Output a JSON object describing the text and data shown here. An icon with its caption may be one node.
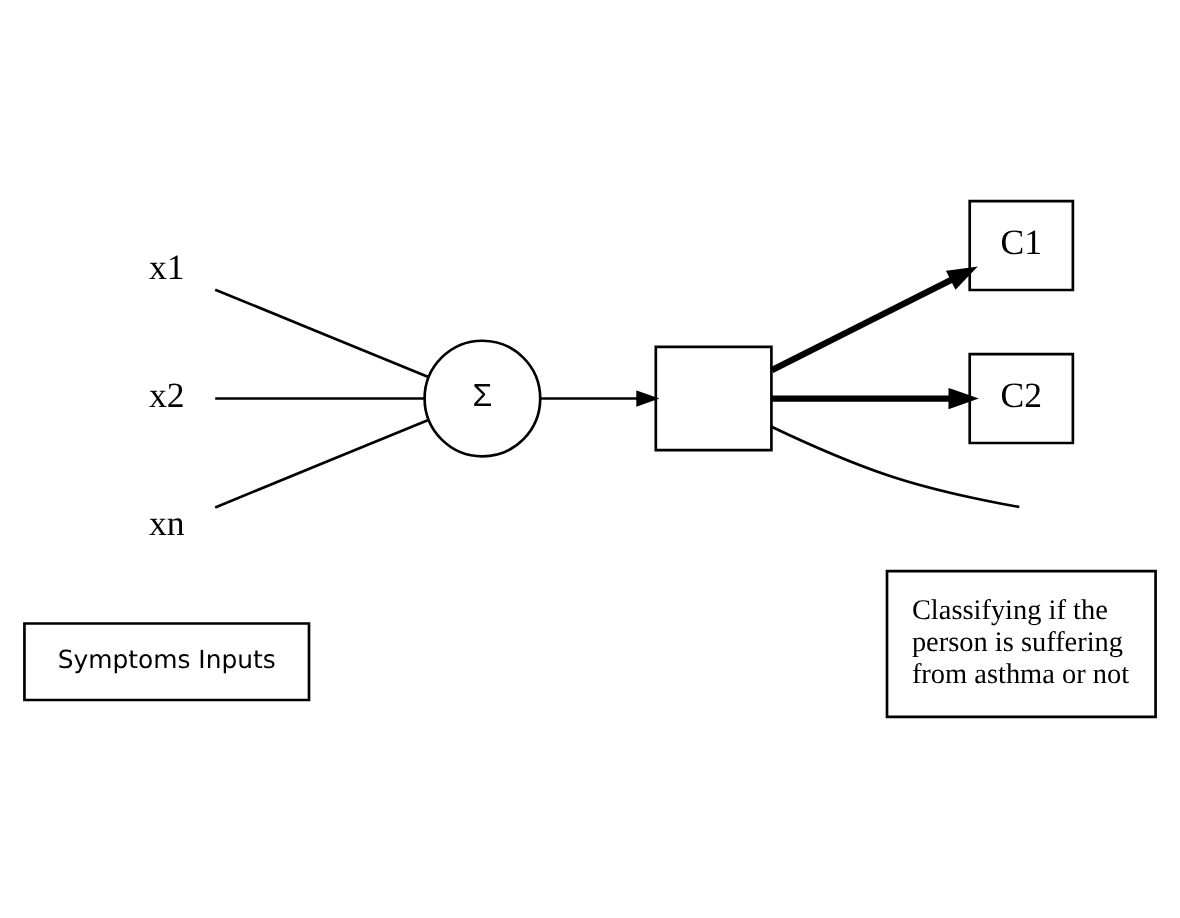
{
  "diagram": {
    "nodes": [
      {
        "text": [
          "x1"
        ]
      },
      {
        "text": [
          "x2"
        ]
      },
      {
        "text": [
          "xn"
        ]
      },
      {
        "text": [
          "Σ"
        ]
      },
      {
        "text": [],
        "shape": "box"
      },
      {
        "text": [
          "C1"
        ]
      },
      {
        "text": [
          "C2"
        ]
      },
      {
        "text": [
          "Symptoms Inputs"
        ]
      },
      {
        "text": [
          "Classifying if the person is suffering from asthma or not"
        ]
      }
    ],
    "edges": [
      {
        "from": 0,
        "to": 3,
        "arrow": "none"
      },
      {
        "from": 1,
        "to": 3,
        "arrow": "none"
      },
      {
        "from": 2,
        "to": 3,
        "arrow": "none"
      },
      {
        "from": 3,
        "to": 4,
        "arrow": "to"
      },
      {
        "from": 4,
        "to": 5,
        "arrow": "to",
        "style": "thick"
      },
      {
        "from": 4,
        "to": 6,
        "arrow": "to",
        "style": "thick"
      },
      {
        "from": 4,
        "to": null,
        "arrow": "none"
      }
    ]
  }
}
